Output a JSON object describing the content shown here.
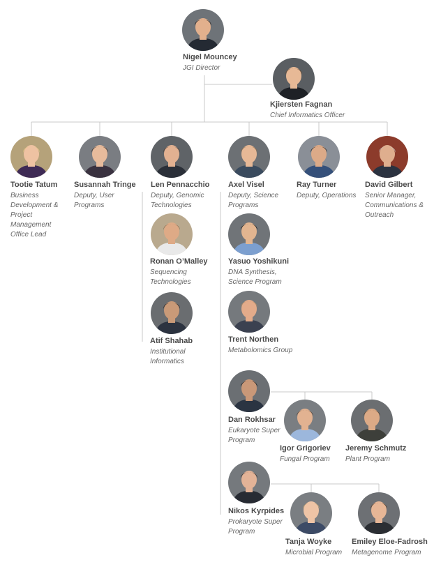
{
  "people": [
    {
      "id": "nigel",
      "name": "Nigel Mouncey",
      "title": "JGI Director",
      "colors": {
        "bg": "#6e7378",
        "skin": "#e2b08d",
        "hair": "#2c231e",
        "shirt": "#242a33"
      }
    },
    {
      "id": "kjiersten",
      "name": "Kjiersten Fagnan",
      "title": "Chief Informatics Officer",
      "colors": {
        "bg": "#5a5e62",
        "skin": "#e7b996",
        "hair": "#6b4a2e",
        "shirt": "#1e2126"
      }
    },
    {
      "id": "tootie",
      "name": "Tootie Tatum",
      "title": "Business Development & Project Management Office Lead",
      "colors": {
        "bg": "#b5a27a",
        "skin": "#eec2a2",
        "hair": "#e6c884",
        "shirt": "#3f2b55"
      }
    },
    {
      "id": "susannah",
      "name": "Susannah Tringe",
      "title": "Deputy, User Programs",
      "colors": {
        "bg": "#7a7d82",
        "skin": "#e7bb9c",
        "hair": "#3d2a1f",
        "shirt": "#3a3240"
      }
    },
    {
      "id": "len",
      "name": "Len Pennacchio",
      "title": "Deputy, Genomic Technologies",
      "colors": {
        "bg": "#5f6367",
        "skin": "#e2b191",
        "hair": "#4a3a30",
        "shirt": "#2a2f38"
      }
    },
    {
      "id": "axel",
      "name": "Axel Visel",
      "title": "Deputy, Science Programs",
      "colors": {
        "bg": "#6c7074",
        "skin": "#e6b896",
        "hair": "#8d6a46",
        "shirt": "#3a4b5e"
      }
    },
    {
      "id": "ray",
      "name": "Ray Turner",
      "title": "Deputy, Operations",
      "colors": {
        "bg": "#8a8f97",
        "skin": "#dcaa88",
        "hair": "#2b221c",
        "shirt": "#35507a"
      }
    },
    {
      "id": "david",
      "name": "David Gilbert",
      "title": "Senior Manager, Communications & Outreach",
      "colors": {
        "bg": "#8c3b2b",
        "skin": "#dfae8e",
        "hair": "#c9c9c9",
        "shirt": "#2b3240"
      }
    },
    {
      "id": "ronan",
      "name": "Ronan O’Malley",
      "title": "Sequencing Technologies",
      "colors": {
        "bg": "#b9a98e",
        "skin": "#deaa86",
        "hair": "#8a6e52",
        "shirt": "#e9e9e9"
      }
    },
    {
      "id": "yasuo",
      "name": "Yasuo Yoshikuni",
      "title": "DNA Synthesis, Science Program",
      "colors": {
        "bg": "#707478",
        "skin": "#e2b590",
        "hair": "#1c1815",
        "shirt": "#7c9fcf"
      }
    },
    {
      "id": "atif",
      "name": "Atif Shahab",
      "title": "Institutional Informatics",
      "colors": {
        "bg": "#6a6d70",
        "skin": "#c99a78",
        "hair": "#2a211c",
        "shirt": "#2c3340"
      }
    },
    {
      "id": "trent",
      "name": "Trent Northen",
      "title": "Metabolomics Group",
      "colors": {
        "bg": "#75797d",
        "skin": "#e3ab8a",
        "hair": "#b08a5e",
        "shirt": "#3b4150"
      }
    },
    {
      "id": "dan",
      "name": "Dan Rokhsar",
      "title": "Eukaryote Super Program",
      "colors": {
        "bg": "#6b6f73",
        "skin": "#c99878",
        "hair": "#1e1a18",
        "shirt": "#2b3442"
      }
    },
    {
      "id": "igor",
      "name": "Igor Grigoriev",
      "title": "Fungal Program",
      "colors": {
        "bg": "#7a7e82",
        "skin": "#e2b291",
        "hair": "#5b4636",
        "shirt": "#9cb7dc"
      }
    },
    {
      "id": "jeremy",
      "name": "Jeremy Schmutz",
      "title": "Plant Program",
      "colors": {
        "bg": "#6b6e71",
        "skin": "#dcaa86",
        "hair": "#5a4632",
        "shirt": "#3d3f3a"
      }
    },
    {
      "id": "nikos",
      "name": "Nikos Kyrpides",
      "title": "Prokaryote Super Program",
      "colors": {
        "bg": "#75797d",
        "skin": "#e3b397",
        "hair": "#3b302a",
        "shirt": "#272b33"
      }
    },
    {
      "id": "tanja",
      "name": "Tanja Woyke",
      "title": "Microbial Program",
      "colors": {
        "bg": "#7a7e82",
        "skin": "#eec4a6",
        "hair": "#c9a56e",
        "shirt": "#3d4b66"
      }
    },
    {
      "id": "emiley",
      "name": "Emiley Eloe-Fadrosh",
      "title": "Metagenome Program",
      "colors": {
        "bg": "#6d7074",
        "skin": "#e6b696",
        "hair": "#5a3d26",
        "shirt": "#2b2e33"
      }
    }
  ],
  "colors": {
    "line": "#c8c8c8",
    "name": "#4a4a4a",
    "title": "#666666"
  }
}
